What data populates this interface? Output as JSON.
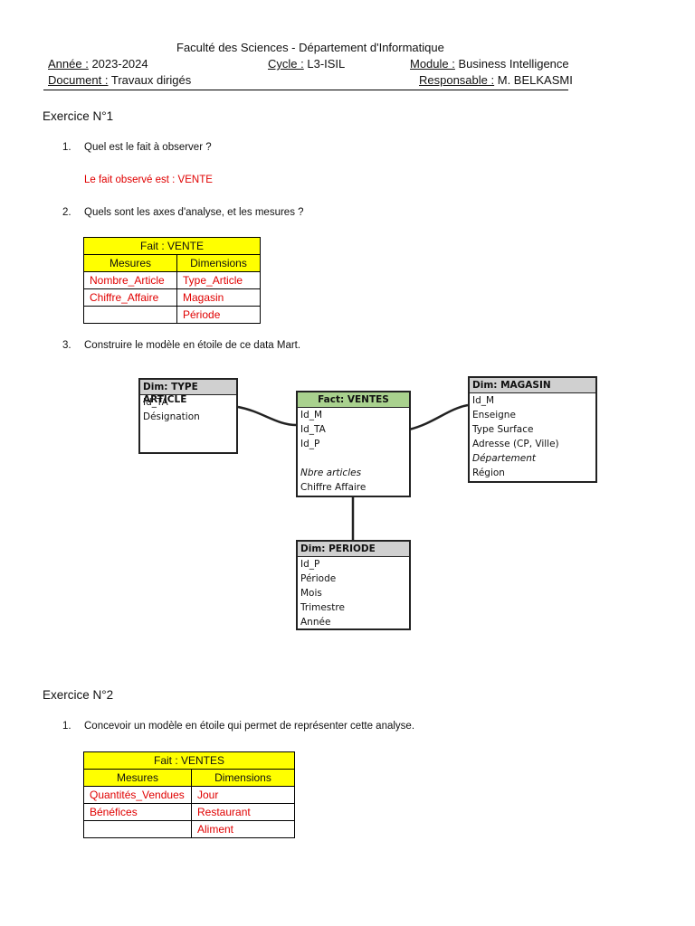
{
  "header": {
    "institution": "Faculté des Sciences - Département d'Informatique",
    "annee_label": "Année :",
    "annee_value": "2023-2024",
    "cycle_label": "Cycle :",
    "cycle_value": "L3-ISIL",
    "module_label": "Module :",
    "module_value": "Business Intelligence",
    "document_label": "Document :",
    "document_value": "Travaux dirigés",
    "responsable_label": "Responsable :",
    "responsable_value": "M. BELKASMI"
  },
  "ex1": {
    "title": "Exercice N°1",
    "q1_num": "1.",
    "q1": "Quel est le fait à observer ?",
    "a1": "Le fait observé est : VENTE",
    "q2_num": "2.",
    "q2": "Quels sont les axes d'analyse, et les mesures ?",
    "table": {
      "title": "Fait : VENTE",
      "col1": "Mesures",
      "col2": "Dimensions",
      "rows": [
        [
          "Nombre_Article",
          "Type_Article"
        ],
        [
          "Chiffre_Affaire",
          "Magasin"
        ],
        [
          "",
          "Période"
        ]
      ]
    },
    "q3_num": "3.",
    "q3": "Construire le modèle en étoile de ce data Mart."
  },
  "diagram": {
    "type_article": {
      "title": "Dim: TYPE ARTICLE",
      "lines": [
        "Id_TA",
        "Désignation"
      ]
    },
    "fact": {
      "title": "Fact:  VENTES",
      "keys": [
        "Id_M",
        "Id_TA",
        "Id_P"
      ],
      "measures": [
        "Nbre articles",
        "Chiffre Affaire"
      ]
    },
    "magasin": {
      "title": "Dim: MAGASIN",
      "lines": [
        "Id_M",
        "Enseigne",
        "Type Surface",
        "Adresse (CP, Ville)",
        "Département",
        "Région"
      ]
    },
    "periode": {
      "title": "Dim: PERIODE",
      "lines": [
        "Id_P",
        "Période",
        "Mois",
        "Trimestre",
        "Année"
      ]
    },
    "colors": {
      "fact_header": "#a9d18e",
      "dim_header": "#d0d0d0"
    }
  },
  "ex2": {
    "title": "Exercice N°2",
    "q1_num": "1.",
    "q1": "Concevoir un modèle en étoile qui permet de représenter cette analyse.",
    "table": {
      "title": "Fait : VENTES",
      "col1": "Mesures",
      "col2": "Dimensions",
      "rows": [
        [
          "Quantités_Vendues",
          "Jour"
        ],
        [
          "Bénéfices",
          "Restaurant"
        ],
        [
          "",
          "Aliment"
        ]
      ]
    }
  }
}
